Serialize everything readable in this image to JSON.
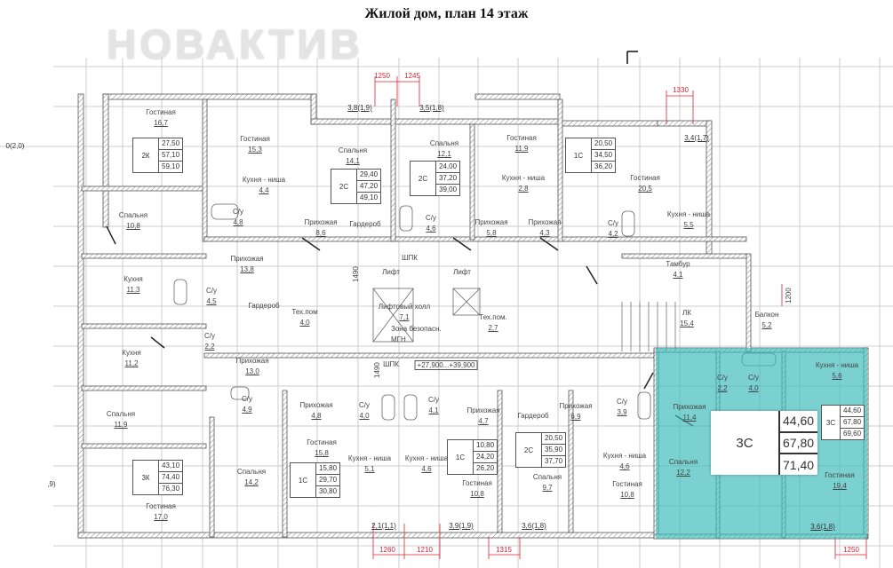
{
  "title": "Жилой дом, план 14 этаж",
  "watermark": "НОВАКТИВ",
  "colors": {
    "highlight": "#3cb9b9",
    "dimension": "#dd2233"
  },
  "rooms": [
    {
      "name": "Гостиная",
      "area": "16,7"
    },
    {
      "name": "Гостиная",
      "area": "15,3"
    },
    {
      "name": "Спальня",
      "area": "14,1"
    },
    {
      "name": "Спальня",
      "area": "12,1"
    },
    {
      "name": "Гостиная",
      "area": "11,9"
    },
    {
      "name": "Гостиная",
      "area": "20,5"
    },
    {
      "name": "Кухня - ниша",
      "area": "4,4"
    },
    {
      "name": "Кухня - ниша",
      "area": "2,8"
    },
    {
      "name": "Кухня - ниша",
      "area": "5,5"
    },
    {
      "name": "Спальня",
      "area": "10,8"
    },
    {
      "name": "С/у",
      "area": "4,8"
    },
    {
      "name": "Прихожая",
      "area": "8,6"
    },
    {
      "name": "С/у",
      "area": "4,6"
    },
    {
      "name": "Прихожая",
      "area": "5,8"
    },
    {
      "name": "Прихожая",
      "area": "4,3"
    },
    {
      "name": "С/у",
      "area": "4,2"
    },
    {
      "name": "Прихожая",
      "area": "13,8"
    },
    {
      "name": "Тамбур",
      "area": "4,1"
    },
    {
      "name": "Кухня",
      "area": "11,3"
    },
    {
      "name": "С/у",
      "area": "4,5"
    },
    {
      "name": "Тех.пом",
      "area": "4,0"
    },
    {
      "name": "Лифтовый холл",
      "area": "7,1"
    },
    {
      "name": "Тех.пом.",
      "area": "2,7"
    },
    {
      "name": "ЛК",
      "area": "15,4"
    },
    {
      "name": "Балкон",
      "area": "5,2"
    },
    {
      "name": "С/у",
      "area": "2,2"
    },
    {
      "name": "Кухня",
      "area": "11,2"
    },
    {
      "name": "Прихожая",
      "area": "13,0"
    },
    {
      "name": "Кухня - ниша",
      "area": "5,6"
    },
    {
      "name": "С/у",
      "area": "2,2"
    },
    {
      "name": "С/у",
      "area": "4,0"
    },
    {
      "name": "С/у",
      "area": "4,9"
    },
    {
      "name": "Прихожая",
      "area": "4,8"
    },
    {
      "name": "С/у",
      "area": "4,0"
    },
    {
      "name": "С/у",
      "area": "4,1"
    },
    {
      "name": "Прихожая",
      "area": "4,7"
    },
    {
      "name": "Прихожая",
      "area": "6,9"
    },
    {
      "name": "С/у",
      "area": "3,9"
    },
    {
      "name": "Прихожая",
      "area": "11,4"
    },
    {
      "name": "Спальня",
      "area": "11,9"
    },
    {
      "name": "Гостиная",
      "area": "15,8"
    },
    {
      "name": "Кухня - ниша",
      "area": "5,1"
    },
    {
      "name": "Кухня - ниша",
      "area": "4,6"
    },
    {
      "name": "Кухня - ниша",
      "area": "4,6"
    },
    {
      "name": "Гостиная",
      "area": "10,8"
    },
    {
      "name": "Спальня",
      "area": "9,7"
    },
    {
      "name": "Гостиная",
      "area": "10,8"
    },
    {
      "name": "Спальня",
      "area": "12,2"
    },
    {
      "name": "Гостиная",
      "area": "19,4"
    },
    {
      "name": "Спальня",
      "area": "14,2"
    },
    {
      "name": "Гостиная",
      "area": "17,0"
    }
  ],
  "labels": {
    "wardrobe": "Гардероб",
    "shpk": "ШПК",
    "lift": "Лифт",
    "safety_zone_1": "Зона безопасн.",
    "safety_zone_2": "МГН",
    "elevation": "+27,900...+39,900"
  },
  "apartments": [
    {
      "type": "2К",
      "values": [
        "27,50",
        "57,10",
        "59,10"
      ]
    },
    {
      "type": "2С",
      "values": [
        "29,40",
        "47,20",
        "49,10"
      ]
    },
    {
      "type": "2С",
      "values": [
        "24,00",
        "37,20",
        "39,00"
      ]
    },
    {
      "type": "1С",
      "values": [
        "20,50",
        "34,50",
        "36,20"
      ]
    },
    {
      "type": "3К",
      "values": [
        "43,10",
        "74,40",
        "76,30"
      ]
    },
    {
      "type": "1С",
      "values": [
        "15,80",
        "29,70",
        "30,80"
      ]
    },
    {
      "type": "1С",
      "values": [
        "10,80",
        "24,20",
        "26,20"
      ]
    },
    {
      "type": "2С",
      "values": [
        "20,50",
        "35,90",
        "37,70"
      ]
    },
    {
      "type": "3С",
      "values": [
        "44,60",
        "67,80",
        "69,60"
      ]
    }
  ],
  "selected_apartment": {
    "type": "3С",
    "values": [
      "44,60",
      "67,80",
      "71,40"
    ]
  },
  "balconies": [
    "3,8(1,9)",
    "3,5(1,8)",
    "3,4(1,7)",
    "2,1(1,1)",
    "3,9(1,9)",
    "3,6(1,8)",
    "3,6(1,8)",
    "0(2,0)",
    ",9)"
  ],
  "dimensions": [
    "1250",
    "1245",
    "1330",
    "1490",
    "1200",
    "1490",
    "1260",
    "1210",
    "1315",
    "1250"
  ]
}
